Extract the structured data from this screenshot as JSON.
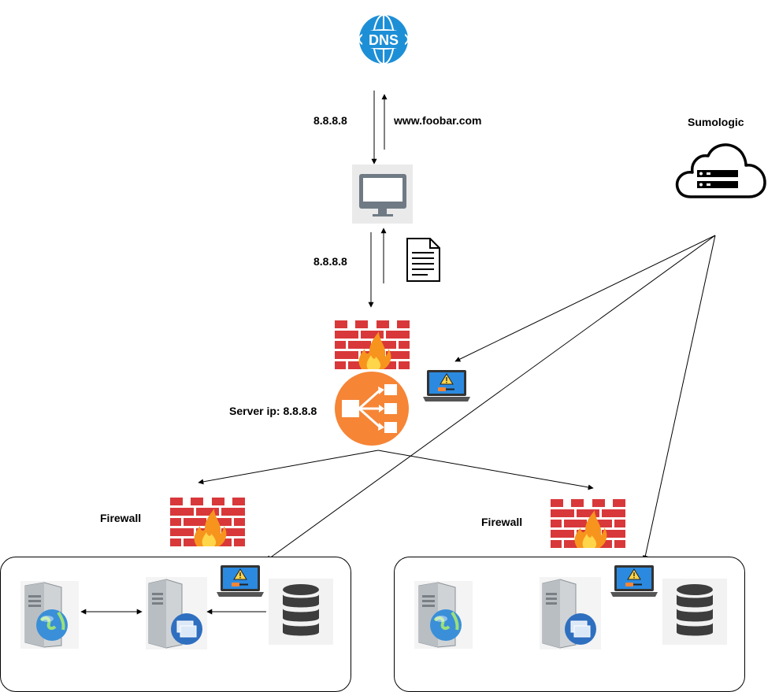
{
  "labels": {
    "dns_request": "8.8.8.8",
    "dns_response": "www.foobar.com",
    "sumologic": "Sumologic",
    "client_to_lb": "8.8.8.8",
    "server_ip": "Server ip: 8.8.8.8",
    "firewall_left": "Firewall",
    "firewall_right": "Firewall",
    "dns_icon_text": "DNS"
  },
  "colors": {
    "dns_blue": "#1d8fd6",
    "firewall_red": "#d9383a",
    "flame_orange": "#f7941d",
    "lb_orange": "#f68536",
    "monitor_gray": "#6f7a84",
    "laptop_blue": "#2b8ae0",
    "db_dark": "#3d3d3d"
  },
  "icons": {
    "dns": "dns-globe-icon",
    "client": "desktop-monitor-icon",
    "document": "document-icon",
    "firewall": "firewall-brick-icon",
    "load_balancer": "load-balancer-icon",
    "monitoring": "laptop-warning-icon",
    "sumologic": "cloud-server-icon",
    "web_server": "web-server-icon",
    "app_server": "app-server-icon",
    "database": "database-icon"
  }
}
